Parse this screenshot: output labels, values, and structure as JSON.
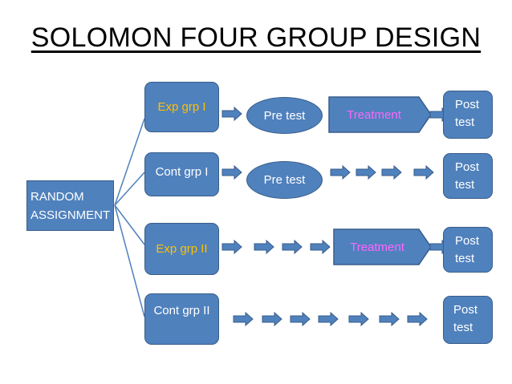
{
  "title": "SOLOMON FOUR GROUP DESIGN",
  "random_assignment": [
    "RANDOM",
    "ASSIGNMENT"
  ],
  "groups": [
    {
      "label": "Exp grp I",
      "label_color": "#ffc000"
    },
    {
      "label": "Cont grp I",
      "label_color": "#ffffff"
    },
    {
      "label": "Exp grp II",
      "label_color": "#ffc000"
    },
    {
      "label": "Cont grp II",
      "label_color": "#ffffff"
    }
  ],
  "pre_test_label": "Pre test",
  "treatment_label": "Treatment",
  "post_test_label": [
    "Post",
    "test"
  ],
  "colors": {
    "shape_fill": "#4f81bd",
    "shape_border": "#385d8a",
    "treatment_text": "#ff66ff",
    "exp_group_text": "#ffc000",
    "arrow_fill": "#4f81bd"
  }
}
